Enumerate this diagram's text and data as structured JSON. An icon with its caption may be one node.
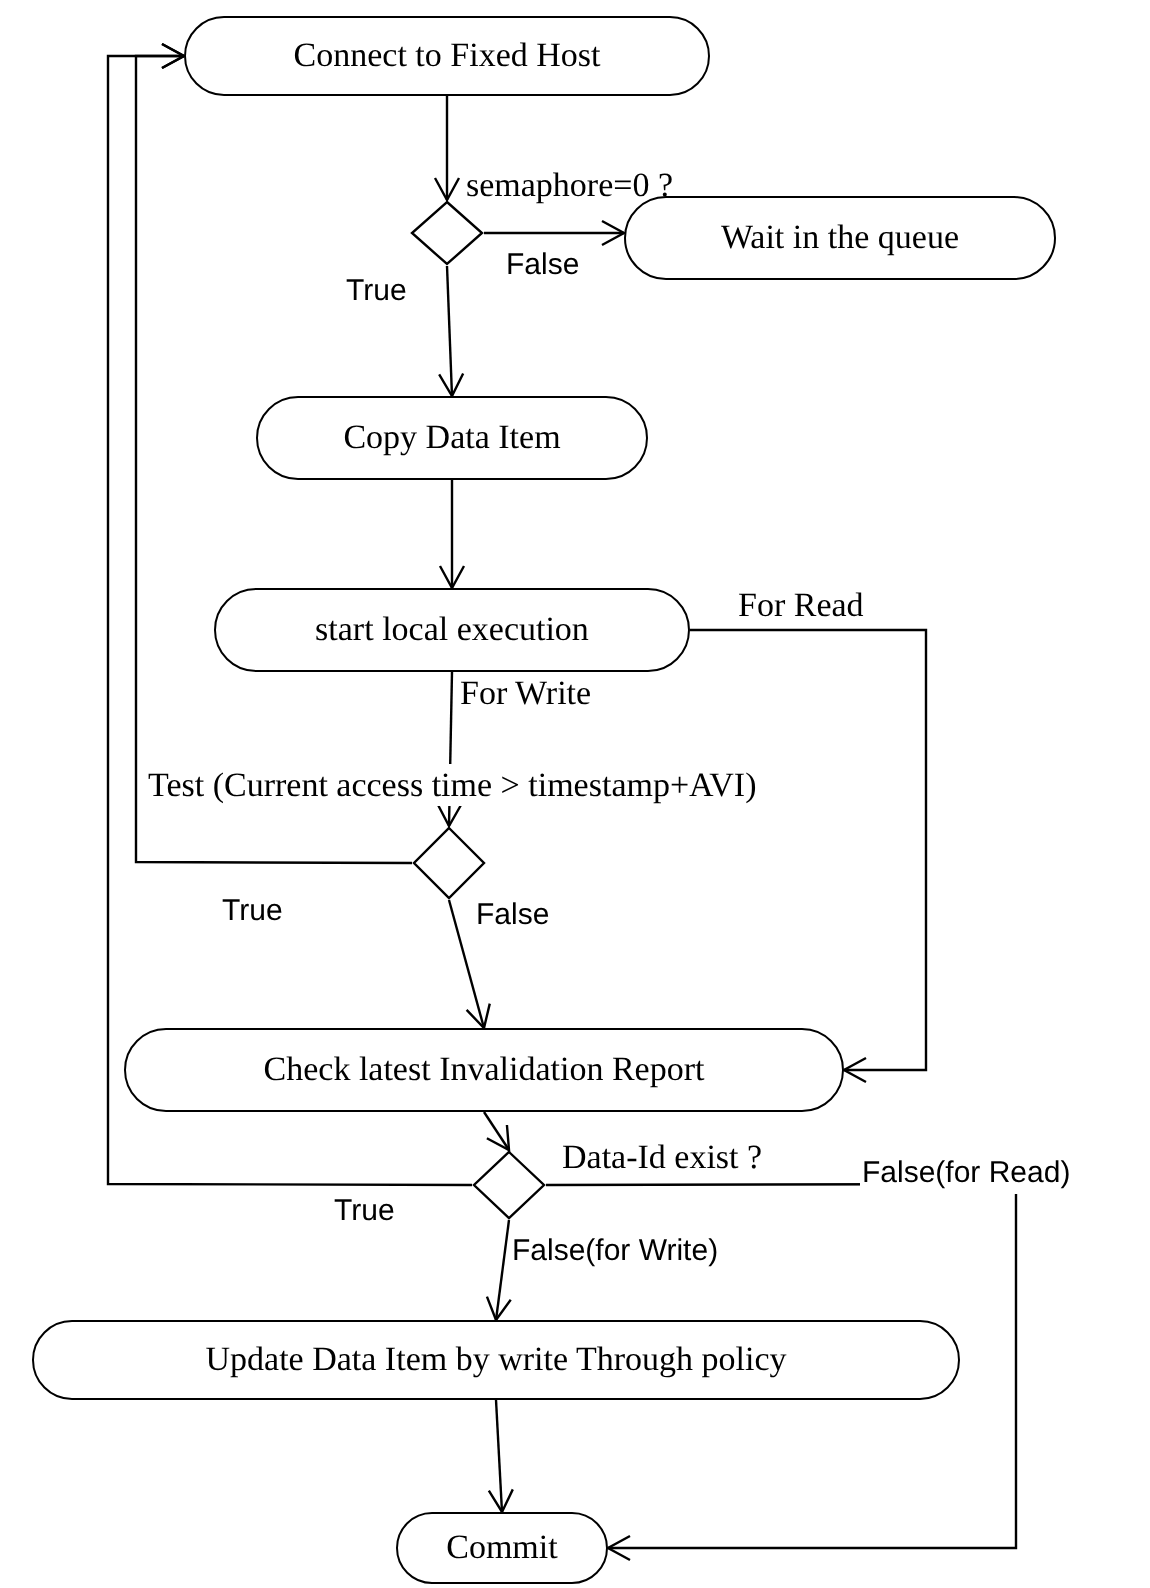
{
  "diagram": {
    "nodes": [
      {
        "text": [
          "Connect to Fixed Host"
        ]
      },
      {
        "text": [],
        "shape": "diamond",
        "beside": [
          "semaphore=0 ?"
        ]
      },
      {
        "text": [
          "Wait in the queue"
        ]
      },
      {
        "text": [
          "Copy Data Item"
        ]
      },
      {
        "text": [
          "start local execution"
        ]
      },
      {
        "text": [],
        "shape": "diamond",
        "beside": [
          "Test (Current access time > timestamp+AVI)"
        ]
      },
      {
        "text": [
          "Check latest Invalidation Report"
        ]
      },
      {
        "text": [],
        "shape": "diamond",
        "beside": [
          "Data-Id exist ?"
        ]
      },
      {
        "text": [
          "Update Data Item by write Through policy"
        ]
      },
      {
        "text": [
          "Commit"
        ]
      }
    ],
    "edges": [
      {
        "from": 0,
        "to": 1,
        "arrow": "to"
      },
      {
        "from": 1,
        "to": 2,
        "arrow": "to",
        "label": "False"
      },
      {
        "from": 1,
        "to": 3,
        "arrow": "to",
        "label": "True"
      },
      {
        "from": 3,
        "to": 4,
        "arrow": "to"
      },
      {
        "from": 4,
        "to": 6,
        "arrow": "to",
        "label": "For Read"
      },
      {
        "from": 4,
        "to": 5,
        "arrow": "to",
        "label": "For Write"
      },
      {
        "from": 5,
        "to": 0,
        "arrow": "to",
        "label": "True"
      },
      {
        "from": 5,
        "to": 6,
        "arrow": "to",
        "label": "False"
      },
      {
        "from": 6,
        "to": 7,
        "arrow": "to"
      },
      {
        "from": 7,
        "to": 0,
        "arrow": "to",
        "label": "True"
      },
      {
        "from": 7,
        "to": 8,
        "arrow": "to",
        "label": "False(for Write)"
      },
      {
        "from": 7,
        "to": 9,
        "arrow": "to",
        "label": "False(for Read)"
      },
      {
        "from": 8,
        "to": 9,
        "arrow": "to"
      }
    ]
  }
}
